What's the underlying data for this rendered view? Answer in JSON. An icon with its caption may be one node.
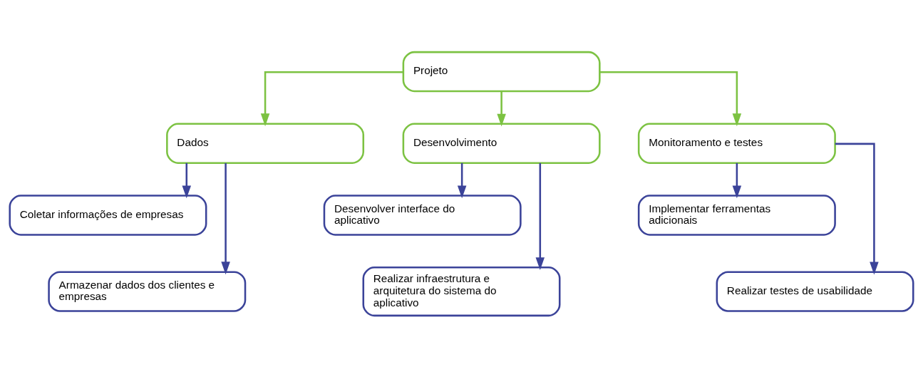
{
  "diagram": {
    "nodes": [
      {
        "text": [
          "Projeto"
        ]
      },
      {
        "text": [
          "Dados"
        ]
      },
      {
        "text": [
          "Desenvolvimento"
        ]
      },
      {
        "text": [
          "Monitoramento e testes"
        ]
      },
      {
        "text": [
          "Coletar informações de empresas"
        ]
      },
      {
        "text": [
          "Armazenar dados dos clientes e empresas"
        ]
      },
      {
        "text": [
          "Desenvolver interface do aplicativo"
        ]
      },
      {
        "text": [
          "Realizar infraestrutura e arquitetura do sistema do aplicativo"
        ]
      },
      {
        "text": [
          "Implementar ferramentas adicionais"
        ]
      },
      {
        "text": [
          "Realizar testes de usabilidade"
        ]
      }
    ],
    "edges": [
      {
        "from": 0,
        "to": 1,
        "arrow": "to",
        "color": "#7cc242"
      },
      {
        "from": 0,
        "to": 2,
        "arrow": "to",
        "color": "#7cc242"
      },
      {
        "from": 0,
        "to": 3,
        "arrow": "to",
        "color": "#7cc242"
      },
      {
        "from": 1,
        "to": 4,
        "arrow": "to"
      },
      {
        "from": 1,
        "to": 5,
        "arrow": "to"
      },
      {
        "from": 2,
        "to": 6,
        "arrow": "to"
      },
      {
        "from": 2,
        "to": 7,
        "arrow": "to"
      },
      {
        "from": 3,
        "to": 8,
        "arrow": "to"
      },
      {
        "from": 3,
        "to": 9,
        "arrow": "to"
      }
    ]
  }
}
